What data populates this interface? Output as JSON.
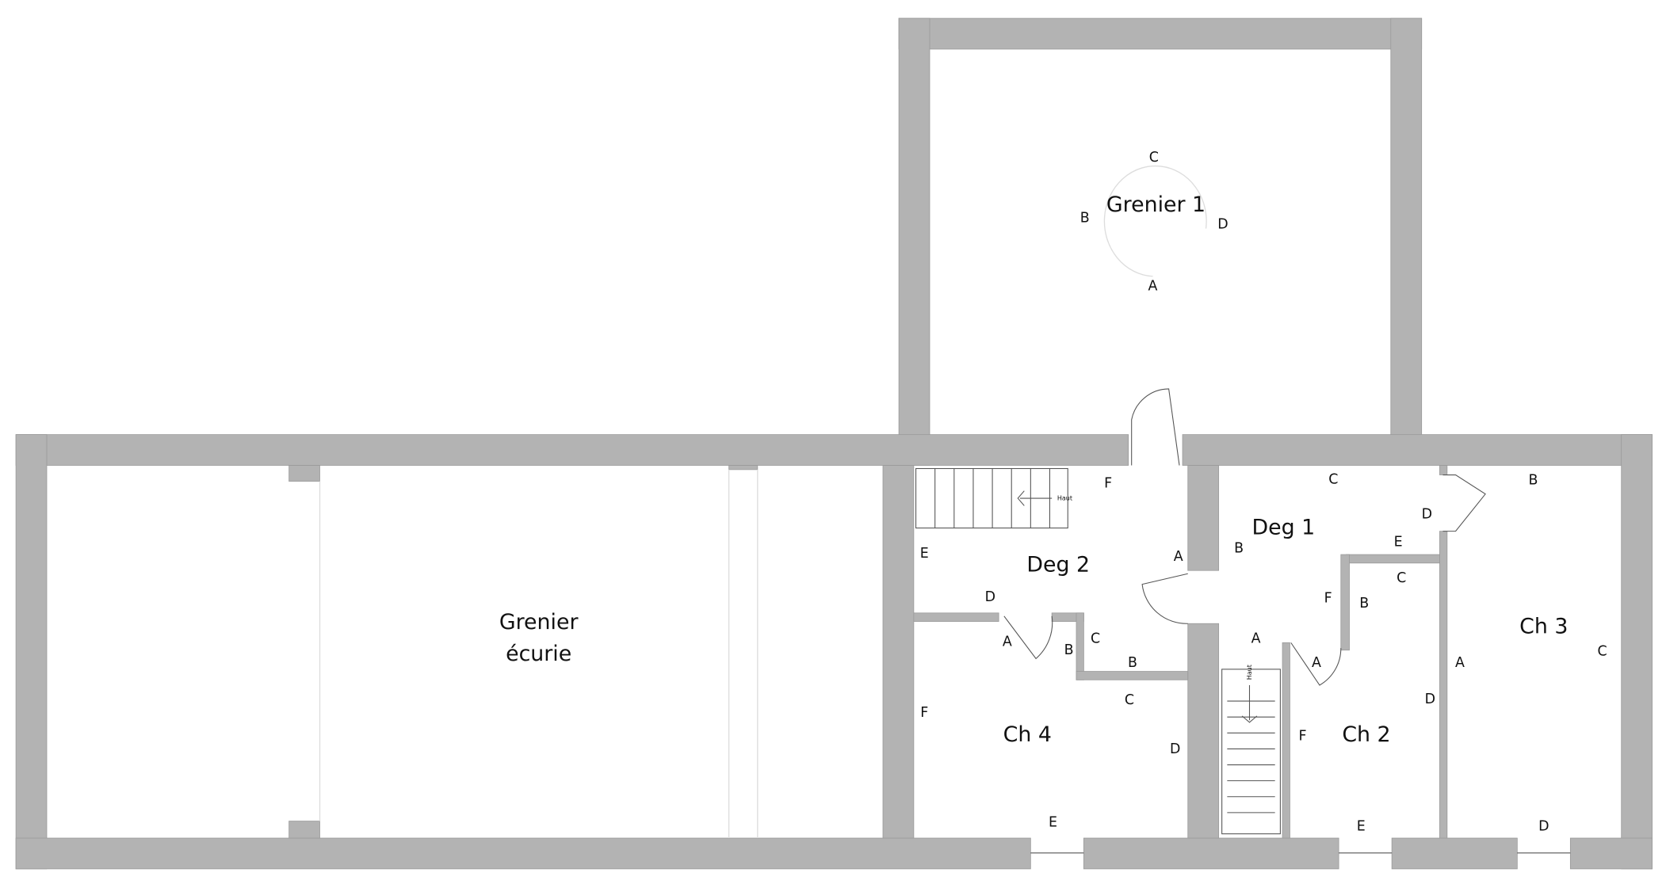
{
  "rooms": {
    "grenier1": "Grenier 1",
    "grenier_ecurie_1": "Grenier",
    "grenier_ecurie_2": "écurie",
    "deg1": "Deg 1",
    "deg2": "Deg 2",
    "ch2": "Ch 2",
    "ch3": "Ch 3",
    "ch4": "Ch 4"
  },
  "stairs": {
    "upper_label": "Haut",
    "lower_label": "Haut"
  },
  "wall_labels": {
    "grenier1": [
      "C",
      "B",
      "D",
      "A"
    ],
    "deg2": [
      "F",
      "E",
      "A",
      "D"
    ],
    "ch4_door": [
      "A",
      "B",
      "C",
      "B"
    ],
    "ch4": [
      "C",
      "F",
      "D",
      "E"
    ],
    "deg1": [
      "C",
      "B",
      "D",
      "E",
      "C",
      "F",
      "B",
      "A"
    ],
    "ch2": [
      "A",
      "F",
      "D",
      "E"
    ],
    "ch3": [
      "B",
      "A",
      "C",
      "D"
    ]
  }
}
